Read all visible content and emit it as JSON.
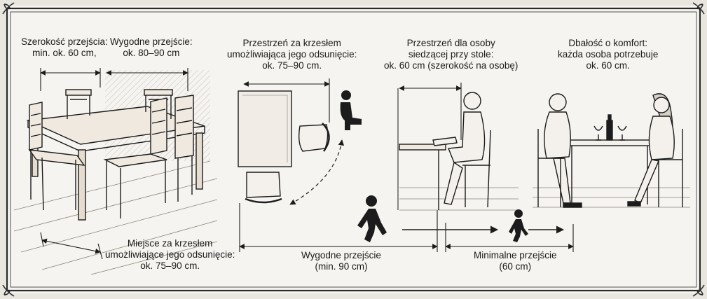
{
  "colors": {
    "paper": "#f5f3ef",
    "ink": "#1c1c1c",
    "frame": "#2a2a2a",
    "wood": "#8a7560"
  },
  "labels": {
    "corridor_width": [
      "Szerokość przejścia:",
      "min. ok. 60 cm,"
    ],
    "comfortable_passage": [
      "Wygodne przejście:",
      "ok. 80–90 cm"
    ],
    "space_behind_chair_top": [
      "Przestrzeń za krzesłem",
      "umożliwiająca jego odsunięcie:",
      "ok. 75–90 cm."
    ],
    "space_per_seated": [
      "Przestrzeń dla osoby",
      "siedzącej przy stole:",
      "ok. 60 cm (szerokość na osobę)"
    ],
    "comfort_care": [
      "Dbałość o komfort:",
      "każda osoba potrzebuje",
      "ok. 60 cm."
    ],
    "space_behind_chair_bottom": [
      "Miejsce za krzesłem",
      "umożliwiające jego odsunięcie:",
      "ok. 75–90 cm."
    ],
    "comfortable_passage_min": [
      "Wygodne przejście",
      "(min. 90 cm)"
    ],
    "minimal_passage": [
      "Minimalne przejście",
      "(60 cm)"
    ]
  }
}
